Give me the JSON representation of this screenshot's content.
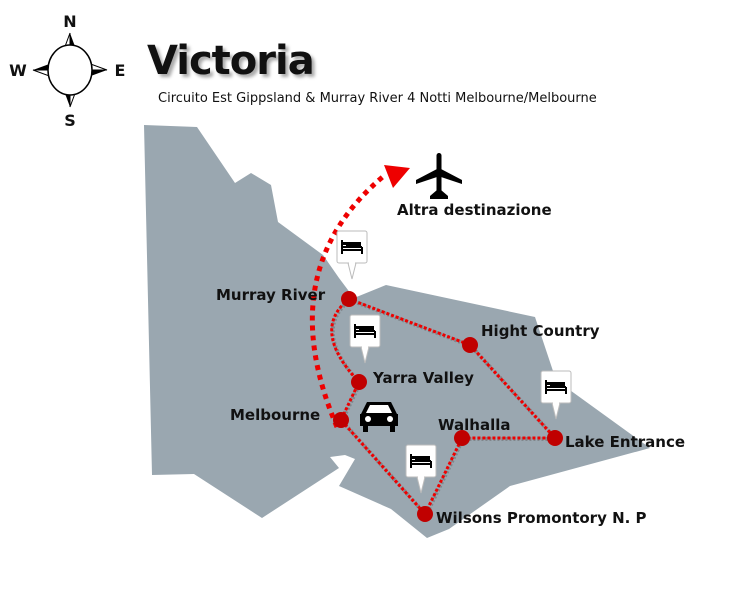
{
  "title": "Victoria",
  "subtitle": "Circuito Est Gippsland & Murray River 4 Notti Melbourne/Melbourne",
  "compass": {
    "n": "N",
    "s": "S",
    "e": "E",
    "w": "W"
  },
  "destination_label": "Altra destinazione",
  "places": {
    "murray_river": "Murray River",
    "hight_country": "Hight Country",
    "yarra_valley": "Yarra Valley",
    "melbourne": "Melbourne",
    "walhalla": "Walhalla",
    "lake_entrance": "Lake Entrance",
    "wilsons": "Wilsons Promontory N. P"
  },
  "colors": {
    "map": "#9aa7b0",
    "route": "#ee0000",
    "marker": "#c00000"
  }
}
